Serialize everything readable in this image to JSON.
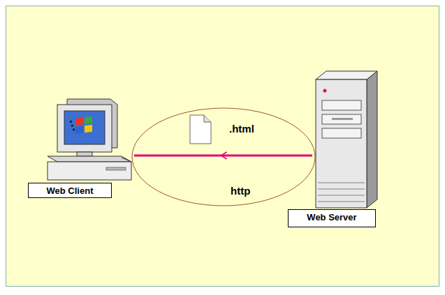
{
  "diagram": {
    "nodes": [
      {
        "text": [
          "Web Client"
        ]
      },
      {
        "text": [
          "Web Server"
        ]
      }
    ],
    "edges": [
      {
        "from": 1,
        "to": 0,
        "arrow": "to"
      }
    ],
    "labels": [
      ".html",
      "http"
    ]
  }
}
